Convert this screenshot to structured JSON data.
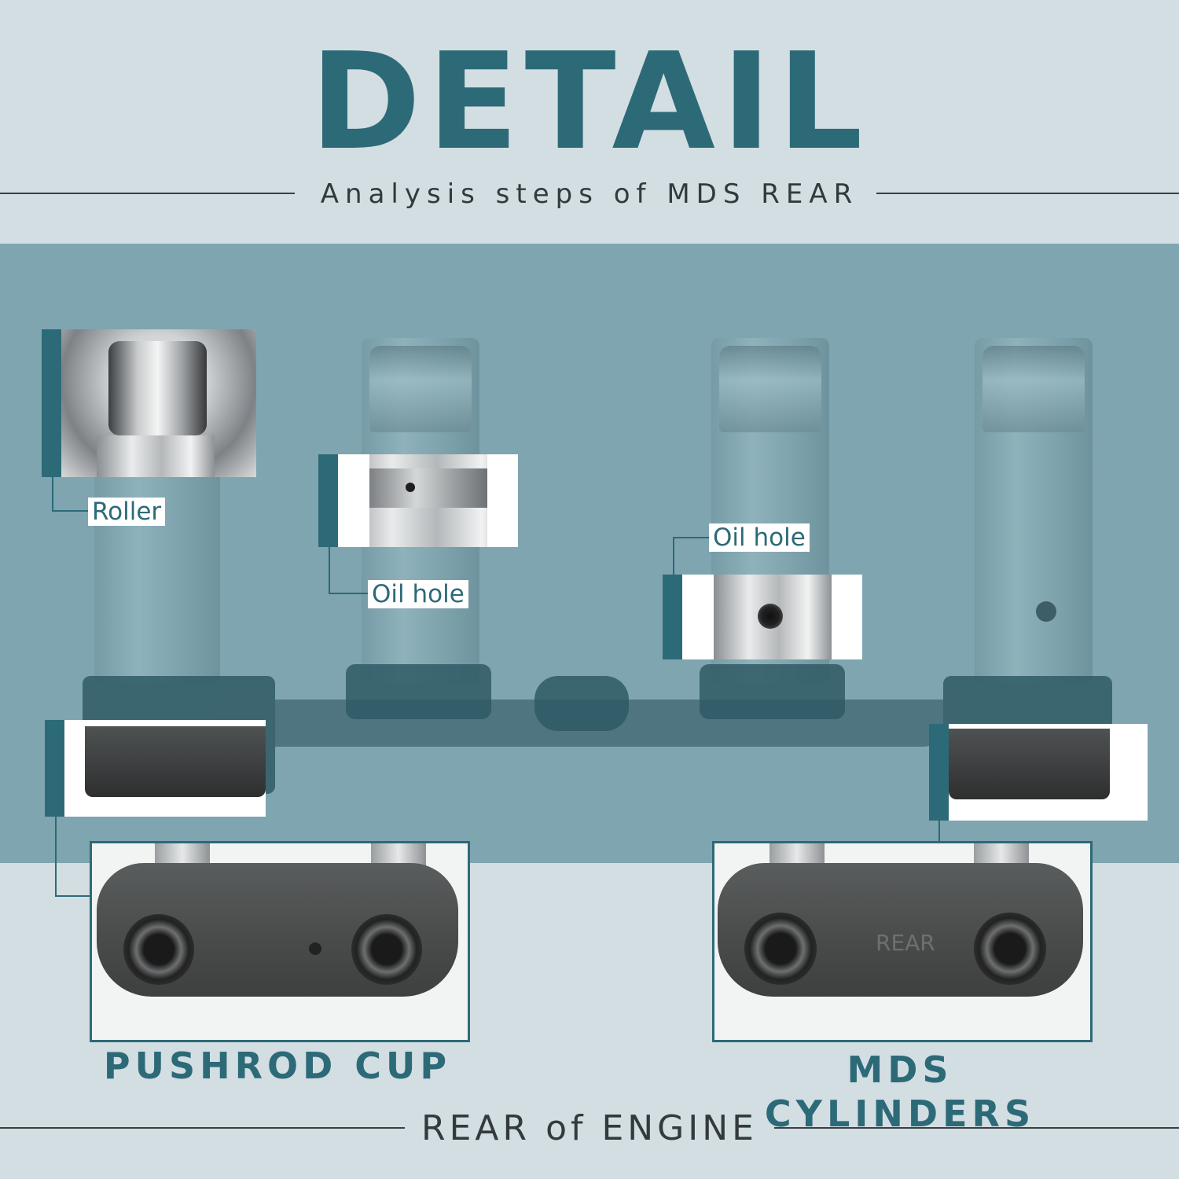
{
  "header": {
    "title": "DETAIL",
    "subtitle": "Analysis steps of MDS REAR"
  },
  "callouts": {
    "roller": "Roller",
    "oil_hole_left": "Oil hole",
    "oil_hole_right": "Oil hole"
  },
  "insets": {
    "left_caption": "PUSHROD CUP",
    "right_caption": "MDS CYLINDERS",
    "right_stamp": "REAR"
  },
  "footer": {
    "text": "REAR of ENGINE"
  },
  "colors": {
    "accent": "#2d6a78",
    "background": "#d3dee2",
    "band": "#7fa5b0"
  }
}
